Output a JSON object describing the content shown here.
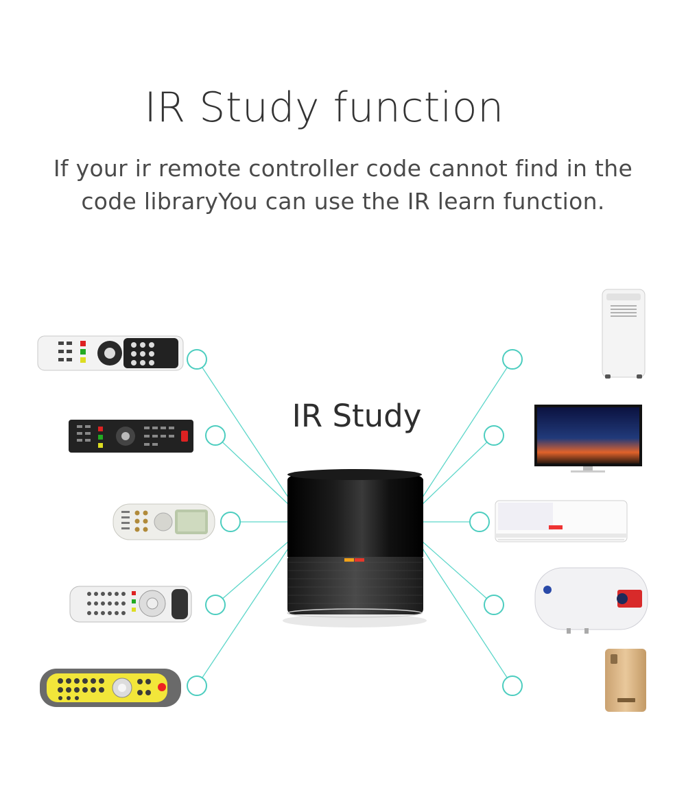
{
  "header": {
    "title": "IR Study function",
    "subtitle_line1": "If your ir remote controller code cannot find in the",
    "subtitle_line2": "code libraryYou can use the IR learn function."
  },
  "hub": {
    "label": "IR Study"
  },
  "left_items": [
    {
      "name": "tv-remote-white-icon"
    },
    {
      "name": "tv-remote-black-icon"
    },
    {
      "name": "ac-remote-icon"
    },
    {
      "name": "settop-remote-icon"
    },
    {
      "name": "yellow-remote-icon"
    }
  ],
  "right_items": [
    {
      "name": "portable-air-conditioner-icon"
    },
    {
      "name": "television-icon"
    },
    {
      "name": "wall-air-conditioner-icon"
    },
    {
      "name": "water-heater-icon"
    },
    {
      "name": "air-purifier-icon"
    }
  ],
  "colors": {
    "connector": "#5cd6c9",
    "hub_body": "#0c0c0c",
    "hub_base": "#2b2b2b"
  }
}
